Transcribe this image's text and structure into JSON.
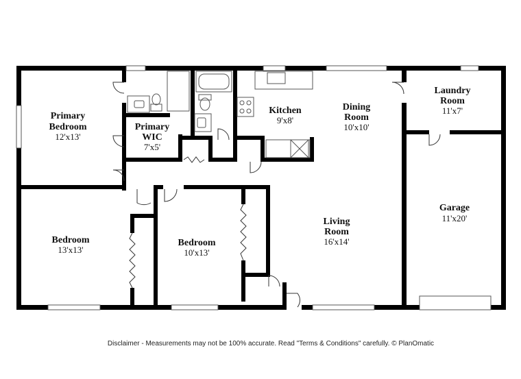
{
  "rooms": {
    "primary_bedroom": {
      "name_line1": "Primary",
      "name_line2": "Bedroom",
      "dims": "12'x13'"
    },
    "primary_wic": {
      "name_line1": "Primary",
      "name_line2": "WIC",
      "dims": "7'x5'"
    },
    "kitchen": {
      "name": "Kitchen",
      "dims": "9'x8'"
    },
    "dining_room": {
      "name_line1": "Dining",
      "name_line2": "Room",
      "dims": "10'x10'"
    },
    "laundry_room": {
      "name_line1": "Laundry",
      "name_line2": "Room",
      "dims": "11'x7'"
    },
    "garage": {
      "name": "Garage",
      "dims": "11'x20'"
    },
    "living_room": {
      "name_line1": "Living",
      "name_line2": "Room",
      "dims": "16'x14'"
    },
    "bedroom_1": {
      "name": "Bedroom",
      "dims": "13'x13'"
    },
    "bedroom_2": {
      "name": "Bedroom",
      "dims": "10'x13'"
    }
  },
  "disclaimer": "Disclaimer - Measurements may not be 100% accurate. Read \"Terms & Conditions\" carefully. © PlanOmatic",
  "colors": {
    "wall": "#000000",
    "fixture": "#555555",
    "background": "#ffffff"
  }
}
